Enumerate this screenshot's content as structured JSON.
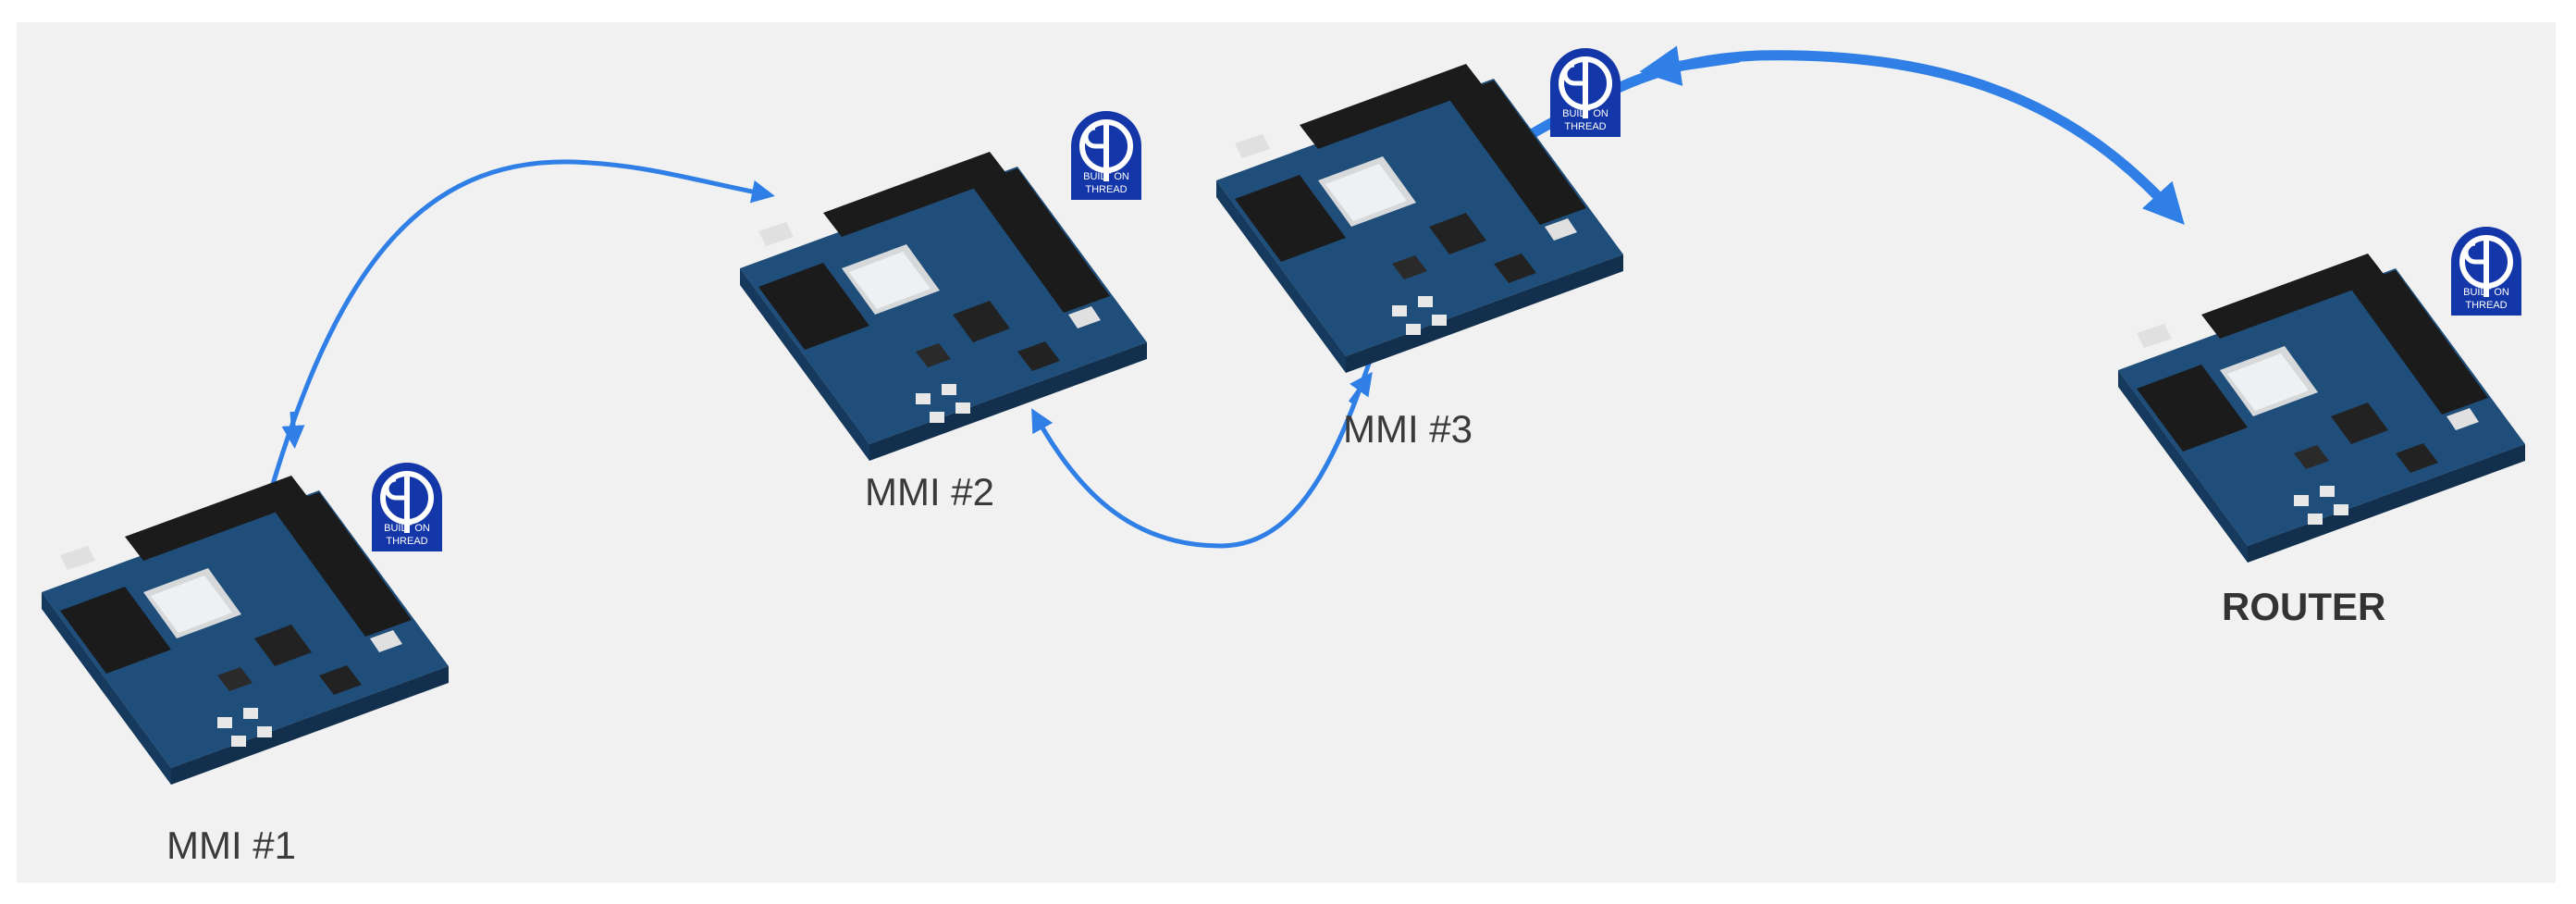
{
  "colors": {
    "background": "#f1f1f1",
    "link": "#2f7fe6",
    "board": "#1f4e7a",
    "board_dark": "#12304d",
    "badge": "#1336a8"
  },
  "badge": {
    "line1": "BUILT ON",
    "line2": "THREAD",
    "icon": "thread-logo-icon"
  },
  "nodes": [
    {
      "id": "mmi1",
      "label": "MMI #1"
    },
    {
      "id": "mmi2",
      "label": "MMI #2"
    },
    {
      "id": "mmi3",
      "label": "MMI #3"
    },
    {
      "id": "router",
      "label": "ROUTER"
    }
  ]
}
